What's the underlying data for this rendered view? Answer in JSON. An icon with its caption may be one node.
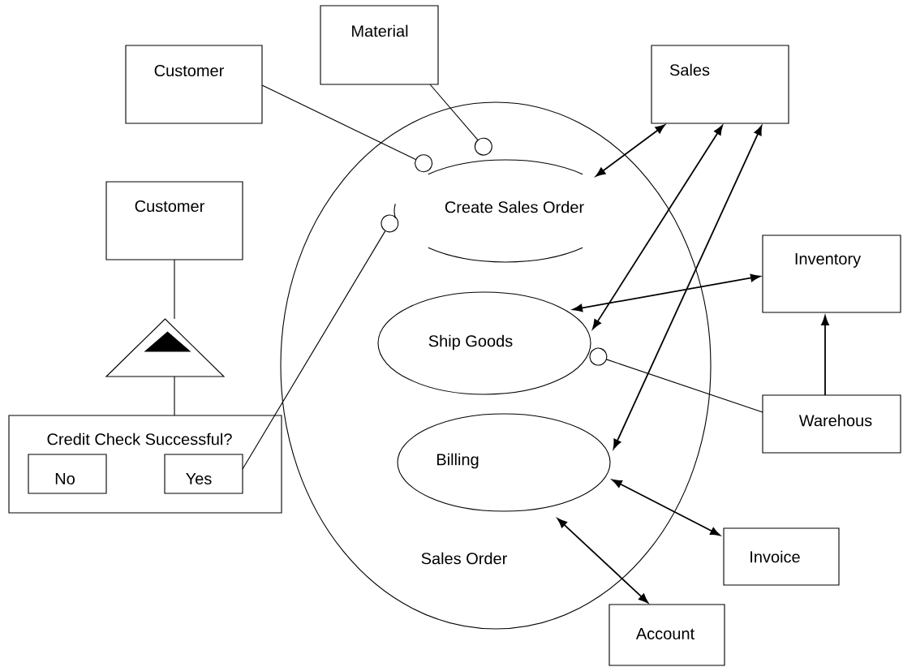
{
  "diagram": {
    "nodes": [
      {
        "text": [
          "Customer"
        ]
      },
      {
        "text": [
          "Material"
        ]
      },
      {
        "text": [
          "Sales"
        ]
      },
      {
        "text": [
          "Customer"
        ]
      },
      {
        "text": [],
        "shape": "triangle"
      },
      {
        "text": [
          "Credit Check Successful?"
        ]
      },
      {
        "text": [
          "No"
        ],
        "in": 5
      },
      {
        "text": [
          "Yes"
        ],
        "in": 5
      },
      {
        "text": [
          "Sales Order"
        ]
      },
      {
        "text": [
          "Create Sales Order"
        ],
        "in": 8
      },
      {
        "text": [
          "Ship Goods"
        ],
        "in": 8
      },
      {
        "text": [
          "Billing"
        ],
        "in": 8
      },
      {
        "text": [
          "Inventory"
        ]
      },
      {
        "text": [
          "Warehous"
        ]
      },
      {
        "text": [
          "Invoice"
        ]
      },
      {
        "text": [
          "Account"
        ]
      }
    ],
    "edges": [
      {
        "from": 0,
        "to": 9,
        "arrow": "other"
      },
      {
        "from": 1,
        "to": 9,
        "arrow": "other"
      },
      {
        "from": 7,
        "to": 9,
        "arrow": "other"
      },
      {
        "from": 2,
        "to": 9,
        "arrow": "both"
      },
      {
        "from": 2,
        "to": 10,
        "arrow": "both"
      },
      {
        "from": 2,
        "to": 11,
        "arrow": "both"
      },
      {
        "from": 12,
        "to": 10,
        "arrow": "both"
      },
      {
        "from": 13,
        "to": 12,
        "arrow": "to"
      },
      {
        "from": 13,
        "to": 10,
        "arrow": "other"
      },
      {
        "from": 11,
        "to": 14,
        "arrow": "both"
      },
      {
        "from": 11,
        "to": 15,
        "arrow": "both"
      },
      {
        "from": 3,
        "to": 4,
        "arrow": "none"
      },
      {
        "from": 4,
        "to": 5,
        "arrow": "none"
      }
    ]
  }
}
